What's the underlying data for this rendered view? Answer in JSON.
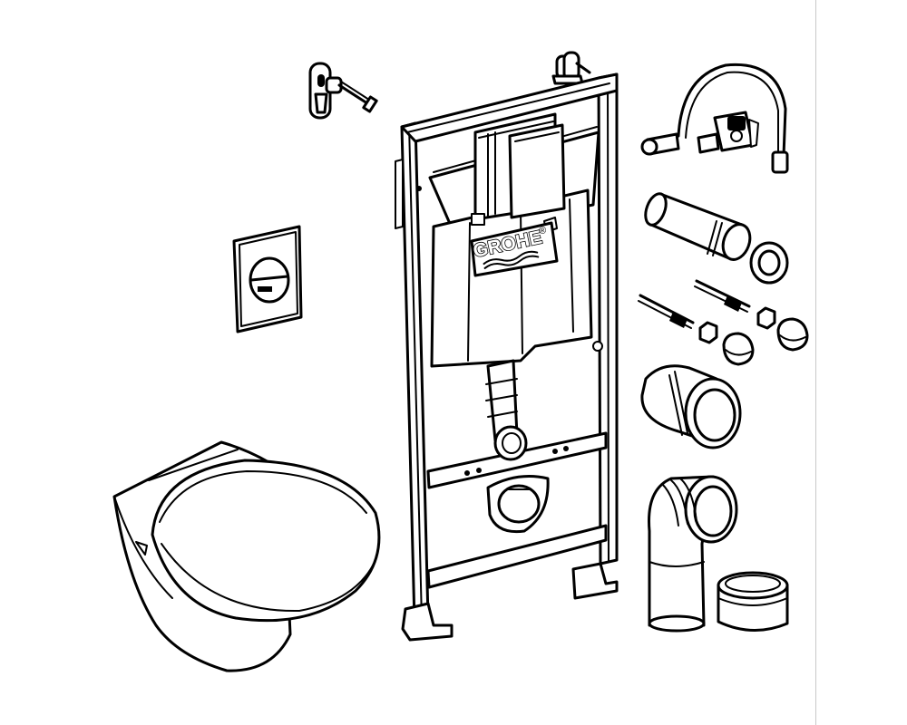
{
  "brand": {
    "logo_text": "GROHE",
    "registered_mark": "®"
  },
  "colors": {
    "line": "#000000",
    "background": "#ffffff",
    "page_edge": "#c8c8c8"
  },
  "parts": [
    {
      "id": "mounting-frame",
      "icon": "installation-frame-icon"
    },
    {
      "id": "cistern",
      "icon": "concealed-cistern-icon"
    },
    {
      "id": "flush-plate",
      "icon": "flush-plate-icon"
    },
    {
      "id": "wall-hung-toilet",
      "icon": "wall-hung-toilet-icon"
    },
    {
      "id": "wall-bracket-left",
      "icon": "wall-bracket-icon"
    },
    {
      "id": "wall-bracket-right",
      "icon": "wall-bracket-icon"
    },
    {
      "id": "supply-hose-valve",
      "icon": "angle-valve-hose-icon"
    },
    {
      "id": "flush-pipe",
      "icon": "pipe-icon"
    },
    {
      "id": "connection-seal",
      "icon": "seal-ring-icon"
    },
    {
      "id": "fixing-bolts",
      "icon": "bolt-icon"
    },
    {
      "id": "nuts-caps",
      "icon": "cap-nut-icon"
    },
    {
      "id": "inlet-connector",
      "icon": "connector-sleeve-icon"
    },
    {
      "id": "drain-elbow",
      "icon": "elbow-pipe-icon"
    },
    {
      "id": "protective-cap",
      "icon": "cap-icon"
    }
  ]
}
